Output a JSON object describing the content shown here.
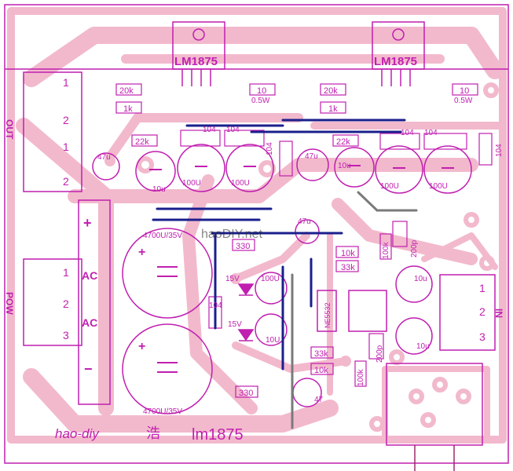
{
  "board": {
    "title_left": "LM1875",
    "title_right": "LM1875",
    "footer_name": "hao-diy",
    "footer_mark": "浩",
    "footer_chip": "lm1875",
    "watermark": "haoDIY.net",
    "side_out": "OUT",
    "side_pow": "POW",
    "side_in": "IN"
  },
  "labels": {
    "r20k_l": "20k",
    "r1k_l": "1k",
    "r10_l": "10",
    "r05w_l": "0.5W",
    "r20k_r": "20k",
    "r1k_r": "1k",
    "r10_r": "10",
    "r05w_r": "0.5W",
    "c104_a": "104",
    "c104_b": "104",
    "c104_c": "104",
    "c104_d": "104",
    "c104_e": "104",
    "c104_f": "104",
    "c104_g": "104",
    "r22k_l": "22k",
    "r22k_r": "22k",
    "c47u_l": "47u",
    "c47u_m": "47u",
    "c47u_c": "47u",
    "c47_b": "47",
    "c10u_l": "10u",
    "c10u_r": "10u",
    "c10u_in1": "10u",
    "c10u_in2": "10u",
    "c100u_1": "100U",
    "c100u_2": "100U",
    "c100u_3": "100U",
    "c100u_4": "100U",
    "c100u_z1": "100U",
    "c100u_z2": "10U",
    "c4700_top": "4700U/35V",
    "c4700_bot": "4700U/35V",
    "r330_top": "330",
    "r330_bot": "330",
    "z15v_1": "15V",
    "z15v_2": "15V",
    "r10k_1": "10k",
    "r33k_1": "33k",
    "r100k_1": "100k",
    "c200p_1": "200p",
    "r33k_2": "33k",
    "r10k_2": "10k",
    "r100k_2": "100k",
    "c200p_2": "200p",
    "ic": "NE5532",
    "plus": "+",
    "minus": "−",
    "ac1": "AC",
    "ac2": "AC",
    "pin1": "1",
    "pin2": "2"
  },
  "colors": {
    "silk": "#c01fb0",
    "copper": "#f2b9cc",
    "jumper": "#1a1f8c",
    "wire": "#7a7a7a"
  }
}
